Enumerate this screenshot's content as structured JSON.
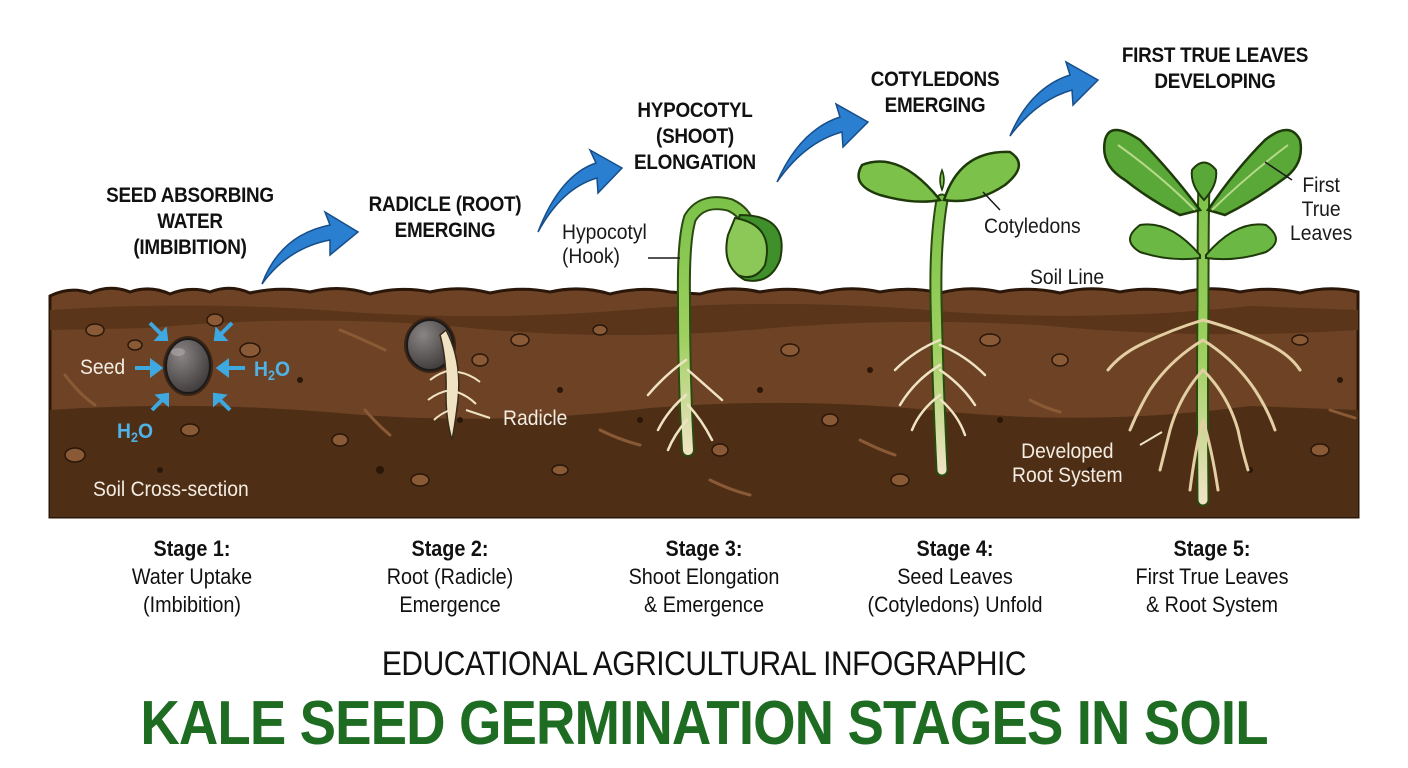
{
  "colors": {
    "title_green": "#1e6b22",
    "arrow_blue": "#2b7fd0",
    "water_blue": "#4fb3e8",
    "soil_top": "#5a3519",
    "soil_mid": "#6e4325",
    "soil_dark": "#4a2a14",
    "leaf_green": "#7cc24a",
    "root_cream": "#efe3c4"
  },
  "stages": [
    {
      "heading": "SEED ABSORBING\nWATER\n(IMBIBITION)",
      "number": "Stage 1:",
      "description": "Water Uptake\n(Imbibition)"
    },
    {
      "heading": "RADICLE (ROOT)\nEMERGING",
      "number": "Stage 2:",
      "description": "Root (Radicle)\nEmergence"
    },
    {
      "heading": "HYPOCOTYL\n(SHOOT)\nELONGATION",
      "number": "Stage 3:",
      "description": "Shoot Elongation\n& Emergence"
    },
    {
      "heading": "COTYLEDONS\nEMERGING",
      "number": "Stage 4:",
      "description": "Seed Leaves\n(Cotyledons) Unfold"
    },
    {
      "heading": "FIRST TRUE LEAVES\nDEVELOPING",
      "number": "Stage 5:",
      "description": "First True Leaves\n& Root System"
    }
  ],
  "callouts": {
    "seed": "Seed",
    "water_formula": "H",
    "water_sub": "2",
    "water_o": "O",
    "soil_cross_section": "Soil Cross-section",
    "radicle": "Radicle",
    "hypocotyl_hook": "Hypocotyl\n(Hook)",
    "cotyledons": "Cotyledons",
    "soil_line": "Soil Line",
    "first_true_leaves": "First\nTrue\nLeaves",
    "developed_root_system": "Developed\nRoot System"
  },
  "icons": {
    "progress_arrow": "curved-arrow-right",
    "water_arrow": "arrow-inward"
  },
  "footer": {
    "subtitle": "EDUCATIONAL AGRICULTURAL INFOGRAPHIC",
    "title": "KALE SEED GERMINATION STAGES IN SOIL"
  }
}
